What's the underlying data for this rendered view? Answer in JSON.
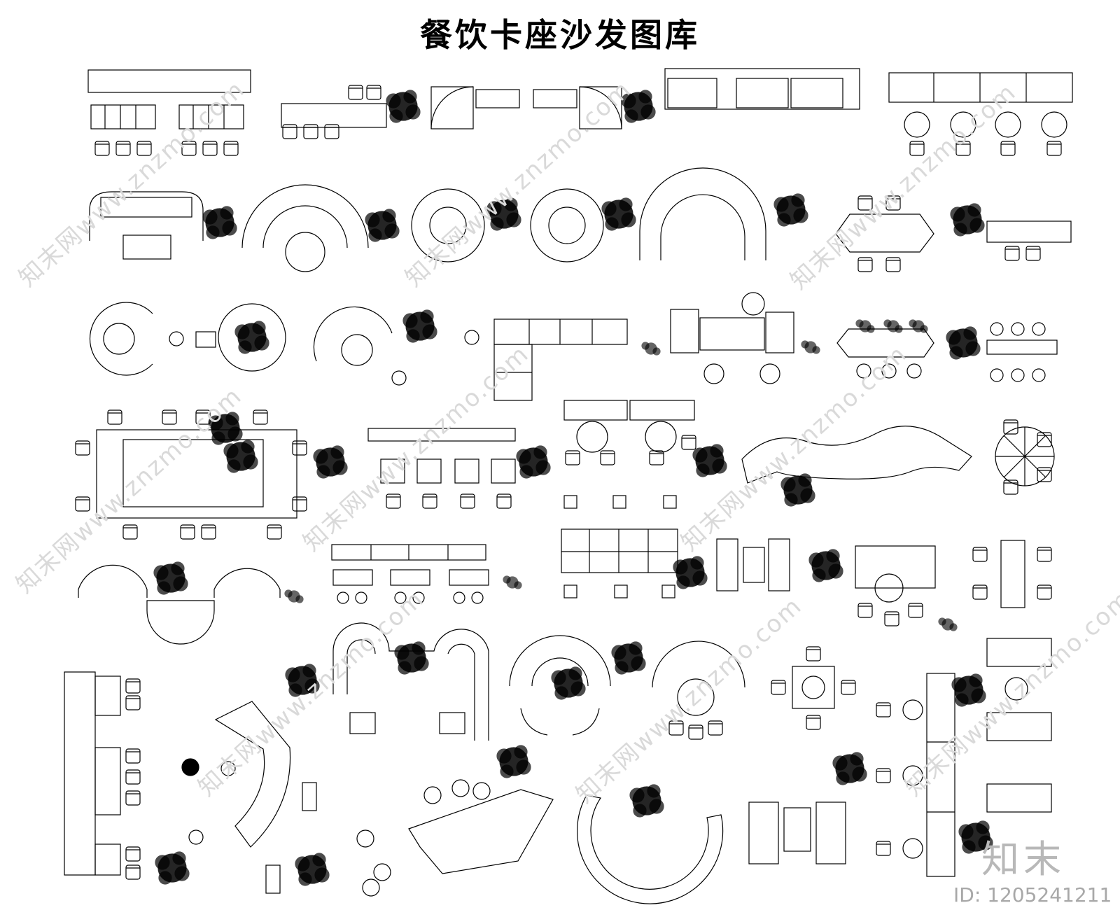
{
  "title": "餐饮卡座沙发图库",
  "watermark": {
    "site": "知末网www.znzmo.com",
    "logo_text": "知末"
  },
  "id_label": "ID: 1205241211",
  "colors": {
    "line": "#000000",
    "watermark": "#d9d9d9",
    "background": "#ffffff"
  }
}
